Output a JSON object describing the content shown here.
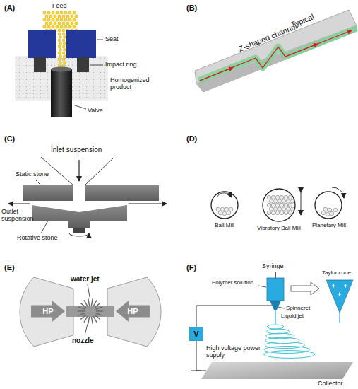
{
  "diagram": {
    "nodes": [
      {
        "text": [
          "HP"
        ]
      },
      {
        "text": [
          "HP"
        ]
      },
      {
        "text": [
          "V"
        ]
      }
    ],
    "labels": [
      "(A)",
      "Feed",
      "Seat",
      "Impact ring",
      "Homogenized product",
      "Valve",
      "(B)",
      "Typical",
      "Z-shaped channel",
      "(C)",
      "Inlet suspension",
      "Static stone",
      "Outlet suspension",
      "Rotative stone",
      "(D)",
      "Ball Mill",
      "Vibratory Ball Mill",
      "Planetary Mill",
      "(E)",
      "water jet",
      "nozzle",
      "(F)",
      "Syringe",
      "Polymer solution",
      "Spinneret",
      "Taylor cone",
      "Liquid jet",
      "High voltage power supply",
      "Collector"
    ]
  }
}
